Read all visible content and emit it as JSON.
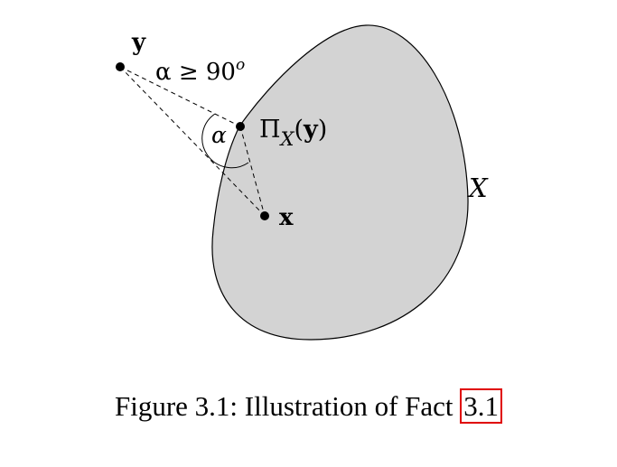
{
  "labels": {
    "y": "y",
    "angle_condition": "α ≥ 90",
    "angle_exp": "o",
    "alpha": "α",
    "projection_pi": "Π",
    "projection_sub": "X",
    "projection_open": "(",
    "projection_arg": "y",
    "projection_close": ")",
    "x": "x",
    "set": "X"
  },
  "caption": {
    "text": "Figure 3.1: Illustration of Fact ",
    "ref": "3.1"
  },
  "colors": {
    "set_fill": "#d3d3d3",
    "stroke": "#000000",
    "ref_box": "#e00000"
  }
}
